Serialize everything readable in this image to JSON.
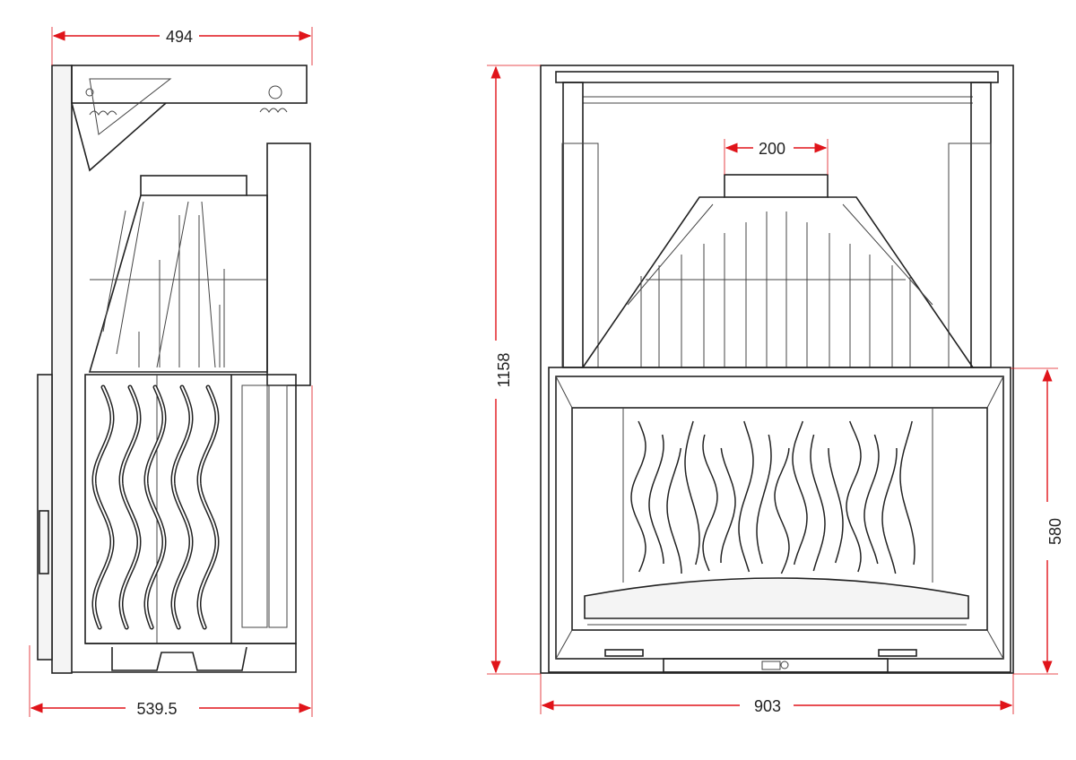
{
  "dimensions": {
    "side_top_width": "494",
    "side_bottom_depth": "539.5",
    "total_height": "1158",
    "flue_diameter": "200",
    "door_height": "580",
    "total_width": "903"
  },
  "colors": {
    "dimension_line": "#e0141a",
    "drawing_line": "#222222"
  }
}
